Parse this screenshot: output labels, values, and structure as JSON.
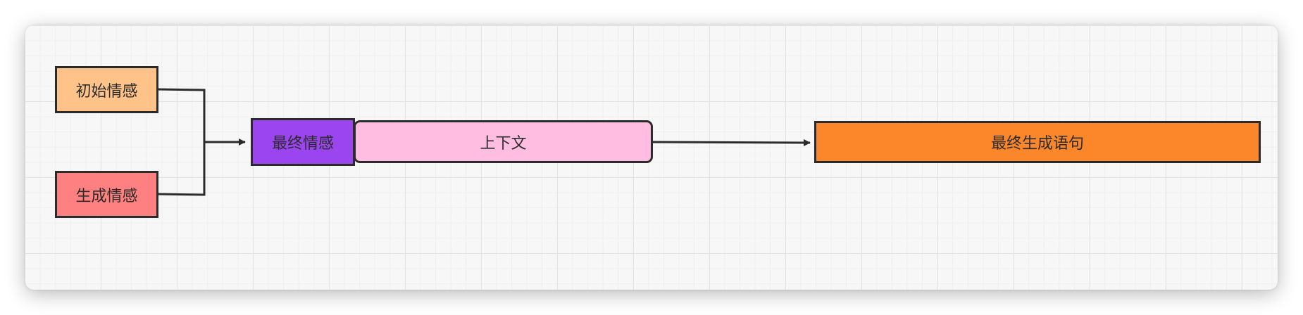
{
  "nodes": {
    "initial_emotion": {
      "label": "初始情感",
      "color": "#ffc38a"
    },
    "generated_emotion": {
      "label": "生成情感",
      "color": "#ff8080"
    },
    "final_emotion": {
      "label": "最终情感",
      "color": "#9b45f0"
    },
    "context": {
      "label": "上下文",
      "color": "#ffbde2"
    },
    "final_sentence": {
      "label": "最终生成语句",
      "color": "#fb872a"
    }
  },
  "edge_color": "#2b2b2b",
  "grid_color": "#e3e3e3"
}
